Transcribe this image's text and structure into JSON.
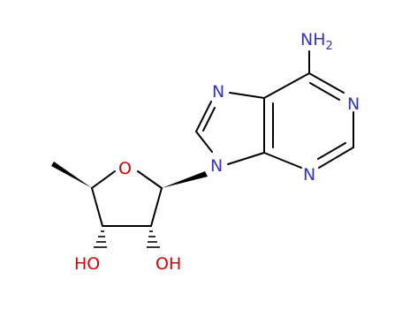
{
  "molecule": {
    "atoms": [
      {
        "id": "n_amine",
        "label": "NH",
        "subscript": "2",
        "element": "N"
      },
      {
        "id": "n1",
        "label": "N",
        "element": "N"
      },
      {
        "id": "n3",
        "label": "N",
        "element": "N"
      },
      {
        "id": "n7",
        "label": "N",
        "element": "N"
      },
      {
        "id": "n9",
        "label": "N",
        "element": "N"
      },
      {
        "id": "o_ring",
        "label": "O",
        "element": "O"
      },
      {
        "id": "oh2",
        "label": "OH",
        "element": "O"
      },
      {
        "id": "oh3",
        "label": "HO",
        "element": "O"
      }
    ]
  },
  "colors": {
    "nitrogen": "#3333cc",
    "oxygen": "#dd0000",
    "bond": "#000000",
    "background": "#ffffff"
  }
}
